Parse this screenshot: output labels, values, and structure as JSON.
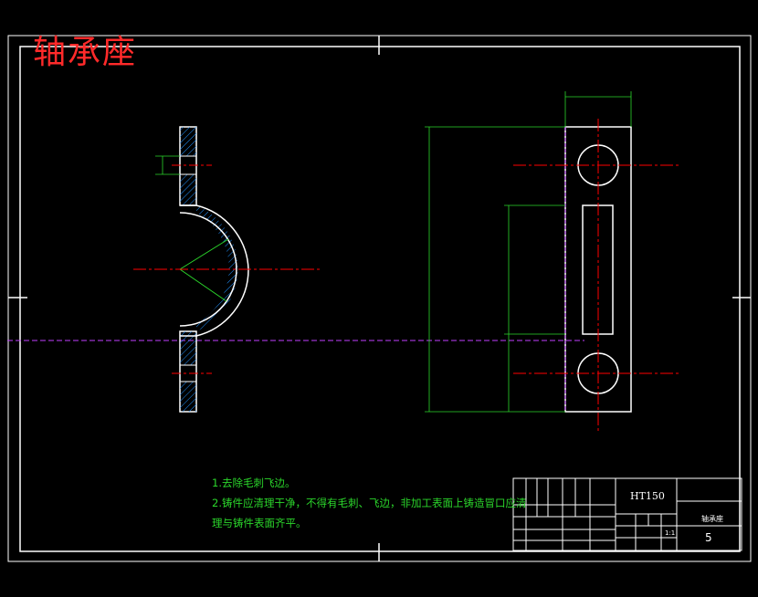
{
  "drawing": {
    "title": "轴承座",
    "notes": [
      "1.去除毛刺飞边。",
      "2.铸件应清理干净，不得有毛刺、飞边，非加工表面上铸造冒口应清",
      "理与铸件表面齐平。"
    ]
  },
  "title_block": {
    "material": "HT150",
    "part_name": "轴承座",
    "quantity": "5",
    "scale": "1:1"
  },
  "colors": {
    "background": "#000000",
    "outline": "#ffffff",
    "center_line": "#ff0000",
    "dimension": "#00ff00",
    "hatch": "#1e90ff",
    "hidden": "#c040ff"
  }
}
